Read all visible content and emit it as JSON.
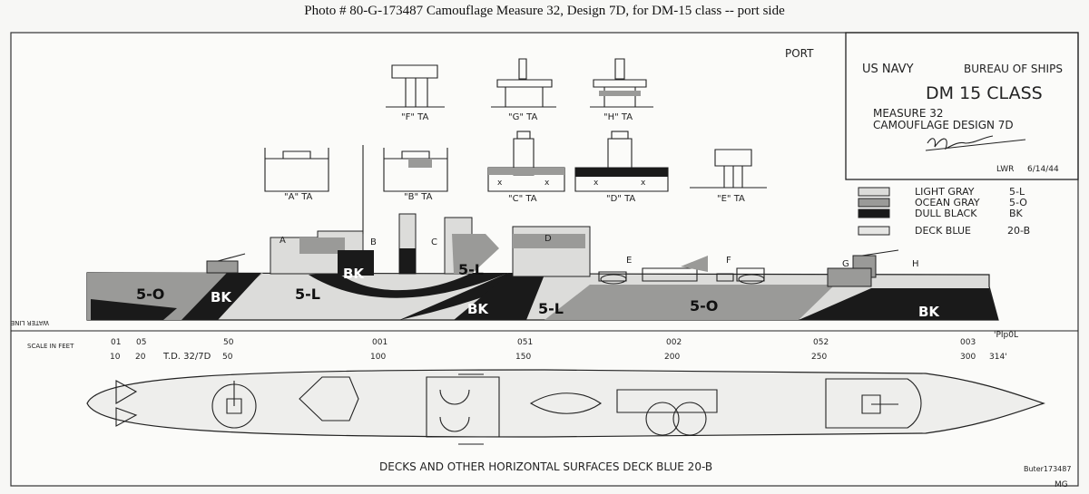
{
  "caption": "Photo #  80-G-173487     Camouflage Measure 32, Design 7D, for DM-15 class -- port side",
  "title_block": {
    "side": "PORT",
    "org": "US NAVY",
    "bureau": "BUREAU OF SHIPS",
    "ship_class": "DM 15 CLASS",
    "measure": "MEASURE 32",
    "design": "CAMOUFLAGE DESIGN  7D",
    "initials": "LWR",
    "date": "6/14/44"
  },
  "legend": [
    {
      "name": "LIGHT GRAY",
      "code": "5-L",
      "color": "#dcdcda"
    },
    {
      "name": "OCEAN GRAY",
      "code": "5-O",
      "color": "#9a9a98"
    },
    {
      "name": "DULL BLACK",
      "code": "BK",
      "color": "#1a1a1a"
    },
    {
      "name": "DECK BLUE",
      "code": "20-B",
      "color": "#e6e6e4"
    }
  ],
  "detail_labels": [
    "\"F\" TA",
    "\"G\" TA",
    "\"H\" TA",
    "\"A\" TA",
    "\"B\" TA",
    "\"C\" TA",
    "\"D\" TA",
    "\"E\" TA"
  ],
  "hull_labels": {
    "bk": "BK",
    "light": "5-L",
    "ocean": "5-O"
  },
  "arrow_letters": [
    "A",
    "B",
    "C",
    "D",
    "E",
    "F",
    "G",
    "H"
  ],
  "scale": {
    "bottom": [
      "10",
      "20",
      "50",
      "100",
      "150",
      "200",
      "250",
      "300",
      "314'"
    ],
    "top": [
      "01",
      "05",
      "50",
      "001",
      "051",
      "002",
      "052",
      "003",
      "'PIр0L"
    ],
    "left_top": "WATER LINE",
    "left_bottom": "SCALE IN FEET",
    "design_mark": "T.D. 32/7D"
  },
  "deck_note": "DECKS AND OTHER HORIZONTAL SURFACES  DECK BLUE  20-B",
  "photo_ref": "Buter173487",
  "corner_mark": "MG"
}
